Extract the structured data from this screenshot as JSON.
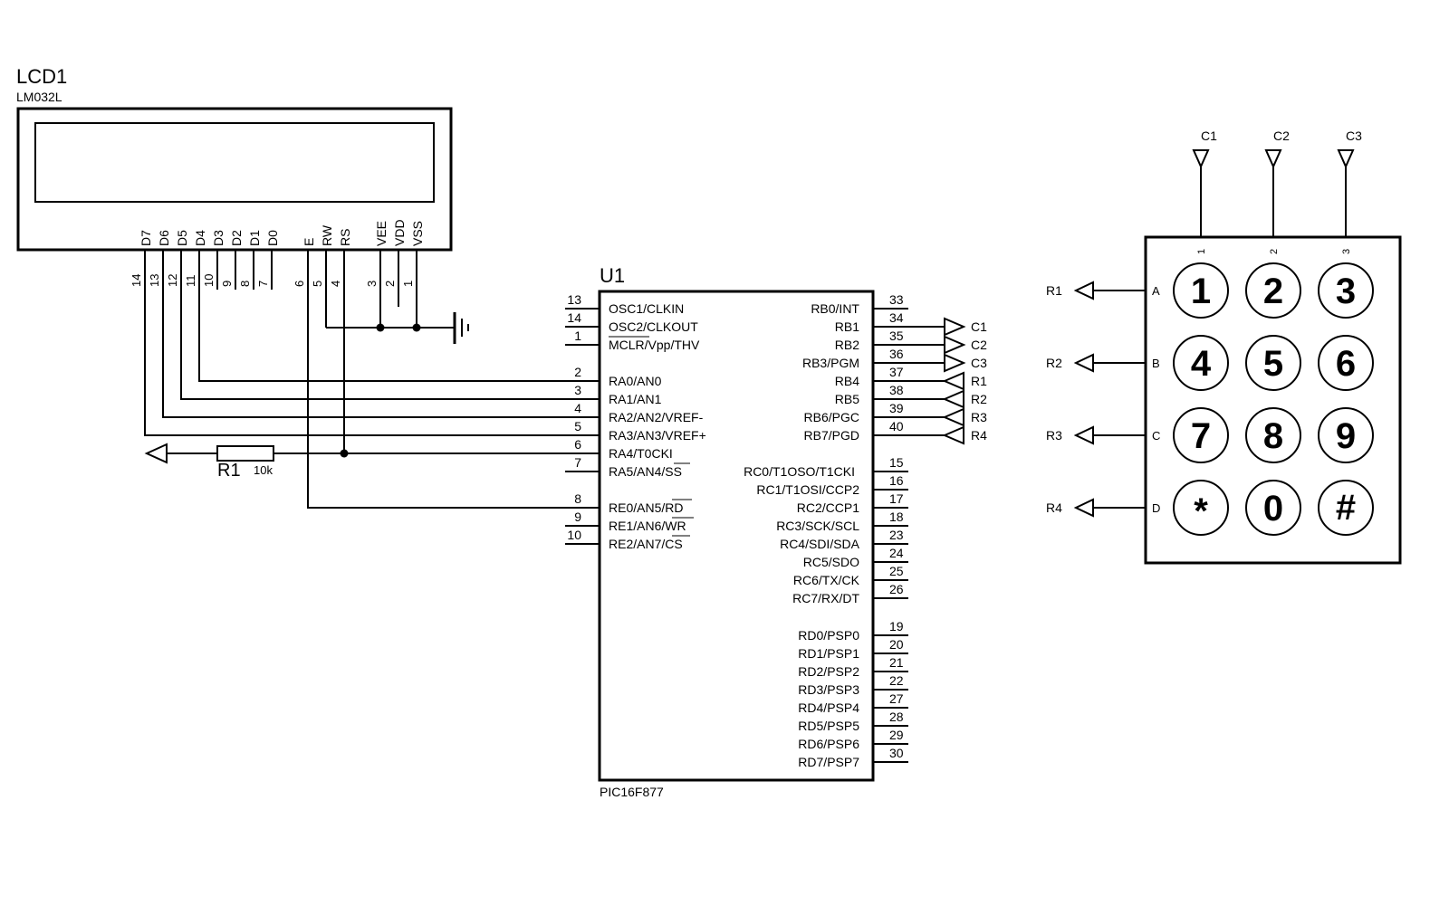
{
  "lcd": {
    "ref": "LCD1",
    "model": "LM032L",
    "pins": [
      {
        "name": "D7",
        "num": "14"
      },
      {
        "name": "D6",
        "num": "13"
      },
      {
        "name": "D5",
        "num": "12"
      },
      {
        "name": "D4",
        "num": "11"
      },
      {
        "name": "D3",
        "num": "10"
      },
      {
        "name": "D2",
        "num": "9"
      },
      {
        "name": "D1",
        "num": "8"
      },
      {
        "name": "D0",
        "num": "7"
      },
      {
        "name": "E",
        "num": "6"
      },
      {
        "name": "RW",
        "num": "5"
      },
      {
        "name": "RS",
        "num": "4"
      },
      {
        "name": "VEE",
        "num": "3"
      },
      {
        "name": "VDD",
        "num": "2"
      },
      {
        "name": "VSS",
        "num": "1"
      }
    ]
  },
  "mcu": {
    "ref": "U1",
    "model": "PIC16F877",
    "left_pins": [
      {
        "num": "13",
        "name": "OSC1/CLKIN"
      },
      {
        "num": "14",
        "name": "OSC2/CLKOUT"
      },
      {
        "num": "1",
        "name": "MCLR/Vpp/THV"
      },
      {
        "num": "2",
        "name": "RA0/AN0"
      },
      {
        "num": "3",
        "name": "RA1/AN1"
      },
      {
        "num": "4",
        "name": "RA2/AN2/VREF-"
      },
      {
        "num": "5",
        "name": "RA3/AN3/VREF+"
      },
      {
        "num": "6",
        "name": "RA4/T0CKI"
      },
      {
        "num": "7",
        "name": "RA5/AN4/SS"
      },
      {
        "num": "8",
        "name": "RE0/AN5/RD"
      },
      {
        "num": "9",
        "name": "RE1/AN6/WR"
      },
      {
        "num": "10",
        "name": "RE2/AN7/CS"
      }
    ],
    "right_pins": [
      {
        "num": "33",
        "name": "RB0/INT"
      },
      {
        "num": "34",
        "name": "RB1"
      },
      {
        "num": "35",
        "name": "RB2"
      },
      {
        "num": "36",
        "name": "RB3/PGM"
      },
      {
        "num": "37",
        "name": "RB4"
      },
      {
        "num": "38",
        "name": "RB5"
      },
      {
        "num": "39",
        "name": "RB6/PGC"
      },
      {
        "num": "40",
        "name": "RB7/PGD"
      },
      {
        "num": "15",
        "name": "RC0/T1OSO/T1CKI"
      },
      {
        "num": "16",
        "name": "RC1/T1OSI/CCP2"
      },
      {
        "num": "17",
        "name": "RC2/CCP1"
      },
      {
        "num": "18",
        "name": "RC3/SCK/SCL"
      },
      {
        "num": "23",
        "name": "RC4/SDI/SDA"
      },
      {
        "num": "24",
        "name": "RC5/SDO"
      },
      {
        "num": "25",
        "name": "RC6/TX/CK"
      },
      {
        "num": "26",
        "name": "RC7/RX/DT"
      },
      {
        "num": "19",
        "name": "RD0/PSP0"
      },
      {
        "num": "20",
        "name": "RD1/PSP1"
      },
      {
        "num": "21",
        "name": "RD2/PSP2"
      },
      {
        "num": "22",
        "name": "RD3/PSP3"
      },
      {
        "num": "27",
        "name": "RD4/PSP4"
      },
      {
        "num": "28",
        "name": "RD5/PSP5"
      },
      {
        "num": "29",
        "name": "RD6/PSP6"
      },
      {
        "num": "30",
        "name": "RD7/PSP7"
      }
    ],
    "net_labels": [
      "C1",
      "C2",
      "C3",
      "R1",
      "R2",
      "R3",
      "R4"
    ]
  },
  "resistor": {
    "ref": "R1",
    "value": "10k"
  },
  "keypad": {
    "columns": [
      {
        "label": "C1",
        "num": "1"
      },
      {
        "label": "C2",
        "num": "2"
      },
      {
        "label": "C3",
        "num": "3"
      }
    ],
    "rows": [
      {
        "label": "R1",
        "letter": "A"
      },
      {
        "label": "R2",
        "letter": "B"
      },
      {
        "label": "R3",
        "letter": "C"
      },
      {
        "label": "R4",
        "letter": "D"
      }
    ],
    "keys": [
      "1",
      "2",
      "3",
      "4",
      "5",
      "6",
      "7",
      "8",
      "9",
      "*",
      "0",
      "#"
    ]
  }
}
